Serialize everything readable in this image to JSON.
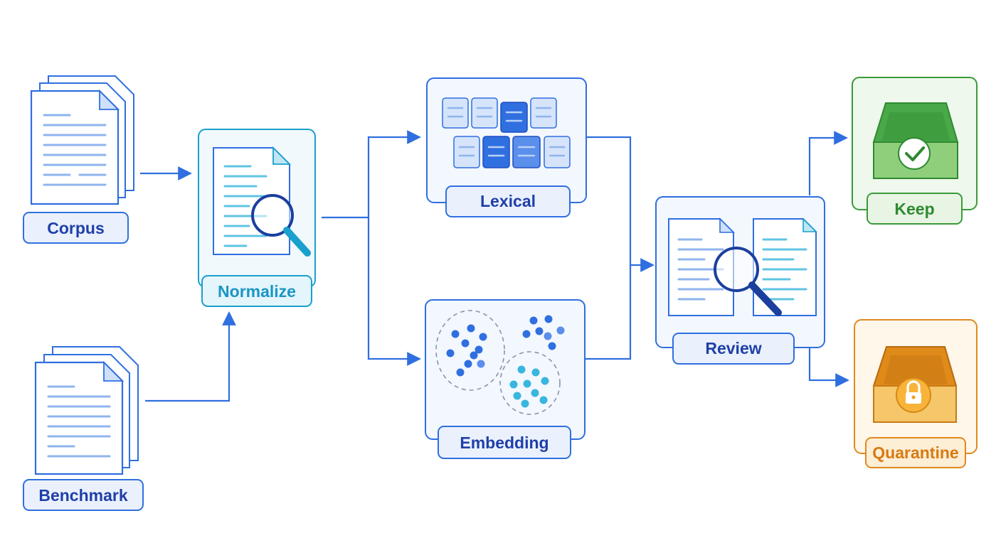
{
  "nodes": {
    "corpus": {
      "label": "Corpus"
    },
    "benchmark": {
      "label": "Benchmark"
    },
    "normalize": {
      "label": "Normalize"
    },
    "lexical": {
      "label": "Lexical"
    },
    "embedding": {
      "label": "Embedding"
    },
    "review": {
      "label": "Review"
    },
    "keep": {
      "label": "Keep"
    },
    "quarantine": {
      "label": "Quarantine"
    }
  },
  "colors": {
    "primary": "#2f6fe0",
    "label_text": "#1f3fa8",
    "normalize": "#1aa0cc",
    "keep": "#3a9a3a",
    "quarantine": "#e0891e"
  }
}
